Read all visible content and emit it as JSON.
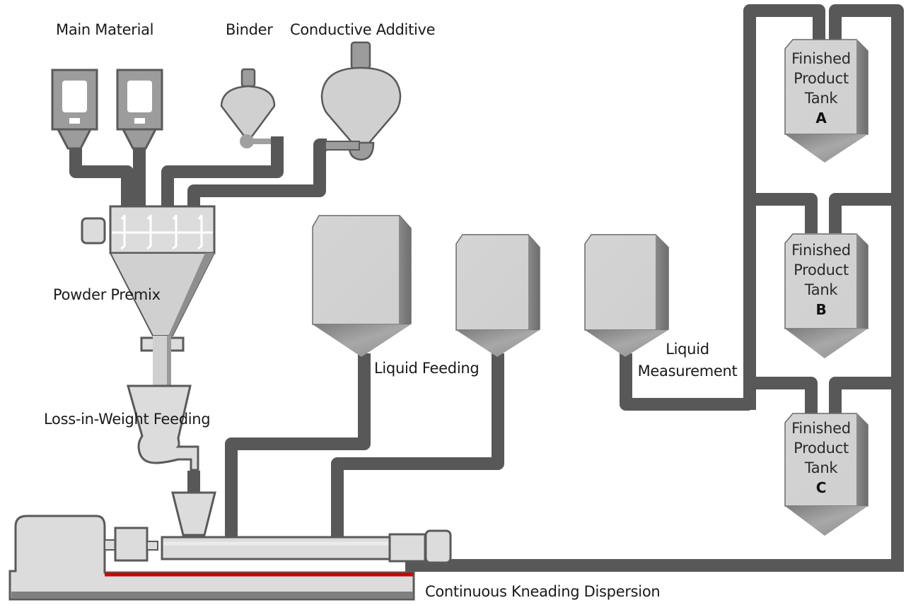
{
  "title": "Continuous slurry production process diagram",
  "colors": {
    "pipe": "#575857",
    "equipment_fill": "#dcdcdc",
    "equipment_stroke": "#5a5a5a",
    "equipment_mid": "#9a9a9a",
    "heater_line": "#cc0000",
    "text": "#1a1a1a"
  },
  "labels": {
    "main_material": "Main Material",
    "binder": "Binder",
    "conductive_additive": "Conductive Additive",
    "powder_premix": "Powder Premix",
    "loss_in_weight_feeding": "Loss-in-Weight Feeding",
    "liquid_feeding": "Liquid Feeding",
    "liquid_measurement_line1": "Liquid",
    "liquid_measurement_line2": "Measurement",
    "continuous_kneading_dispersion": "Continuous Kneading Dispersion"
  },
  "finished_tanks": [
    {
      "line1": "Finished",
      "line2": "Product",
      "line3": "Tank",
      "letter": "A"
    },
    {
      "line1": "Finished",
      "line2": "Product",
      "line3": "Tank",
      "letter": "B"
    },
    {
      "line1": "Finished",
      "line2": "Product",
      "line3": "Tank",
      "letter": "C"
    }
  ]
}
